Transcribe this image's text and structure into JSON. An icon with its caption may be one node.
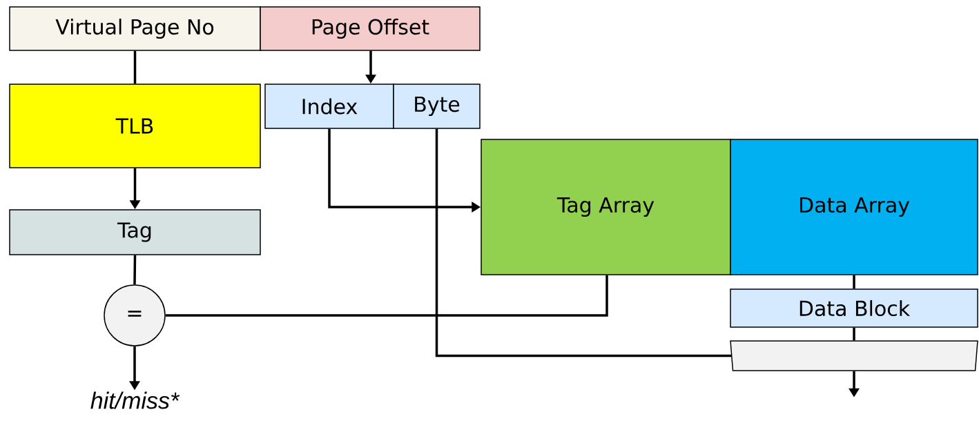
{
  "diagram": {
    "nodes": [
      {
        "text": [
          "Virtual Page No"
        ]
      },
      {
        "text": [
          "Page Offset"
        ]
      },
      {
        "text": [
          "TLB"
        ]
      },
      {
        "text": [
          "Index"
        ]
      },
      {
        "text": [
          "Byte"
        ]
      },
      {
        "text": [
          "Tag"
        ]
      },
      {
        "text": [
          "="
        ]
      },
      {
        "text": [
          "Tag Array"
        ]
      },
      {
        "text": [
          "Data Array"
        ]
      },
      {
        "text": [
          "Data Block"
        ]
      },
      {
        "text": [],
        "shape": "trapezoid"
      },
      {
        "text": [
          "hit/miss*"
        ]
      }
    ],
    "edges": [
      {
        "from": 0,
        "to": 2,
        "arrow": "none"
      },
      {
        "from": 1,
        "to": 3,
        "arrow": "to"
      },
      {
        "from": 2,
        "to": 5,
        "arrow": "to"
      },
      {
        "from": 5,
        "to": 6,
        "arrow": "none"
      },
      {
        "from": 3,
        "to": 7,
        "arrow": "to"
      },
      {
        "from": 7,
        "to": 6,
        "arrow": "none"
      },
      {
        "from": 8,
        "to": 9,
        "arrow": "none"
      },
      {
        "from": 9,
        "to": 10,
        "arrow": "none"
      },
      {
        "from": 4,
        "to": 10,
        "arrow": "none"
      },
      {
        "from": 6,
        "to": 11,
        "arrow": "to"
      },
      {
        "from": 10,
        "to": null,
        "arrow": "to"
      }
    ]
  }
}
